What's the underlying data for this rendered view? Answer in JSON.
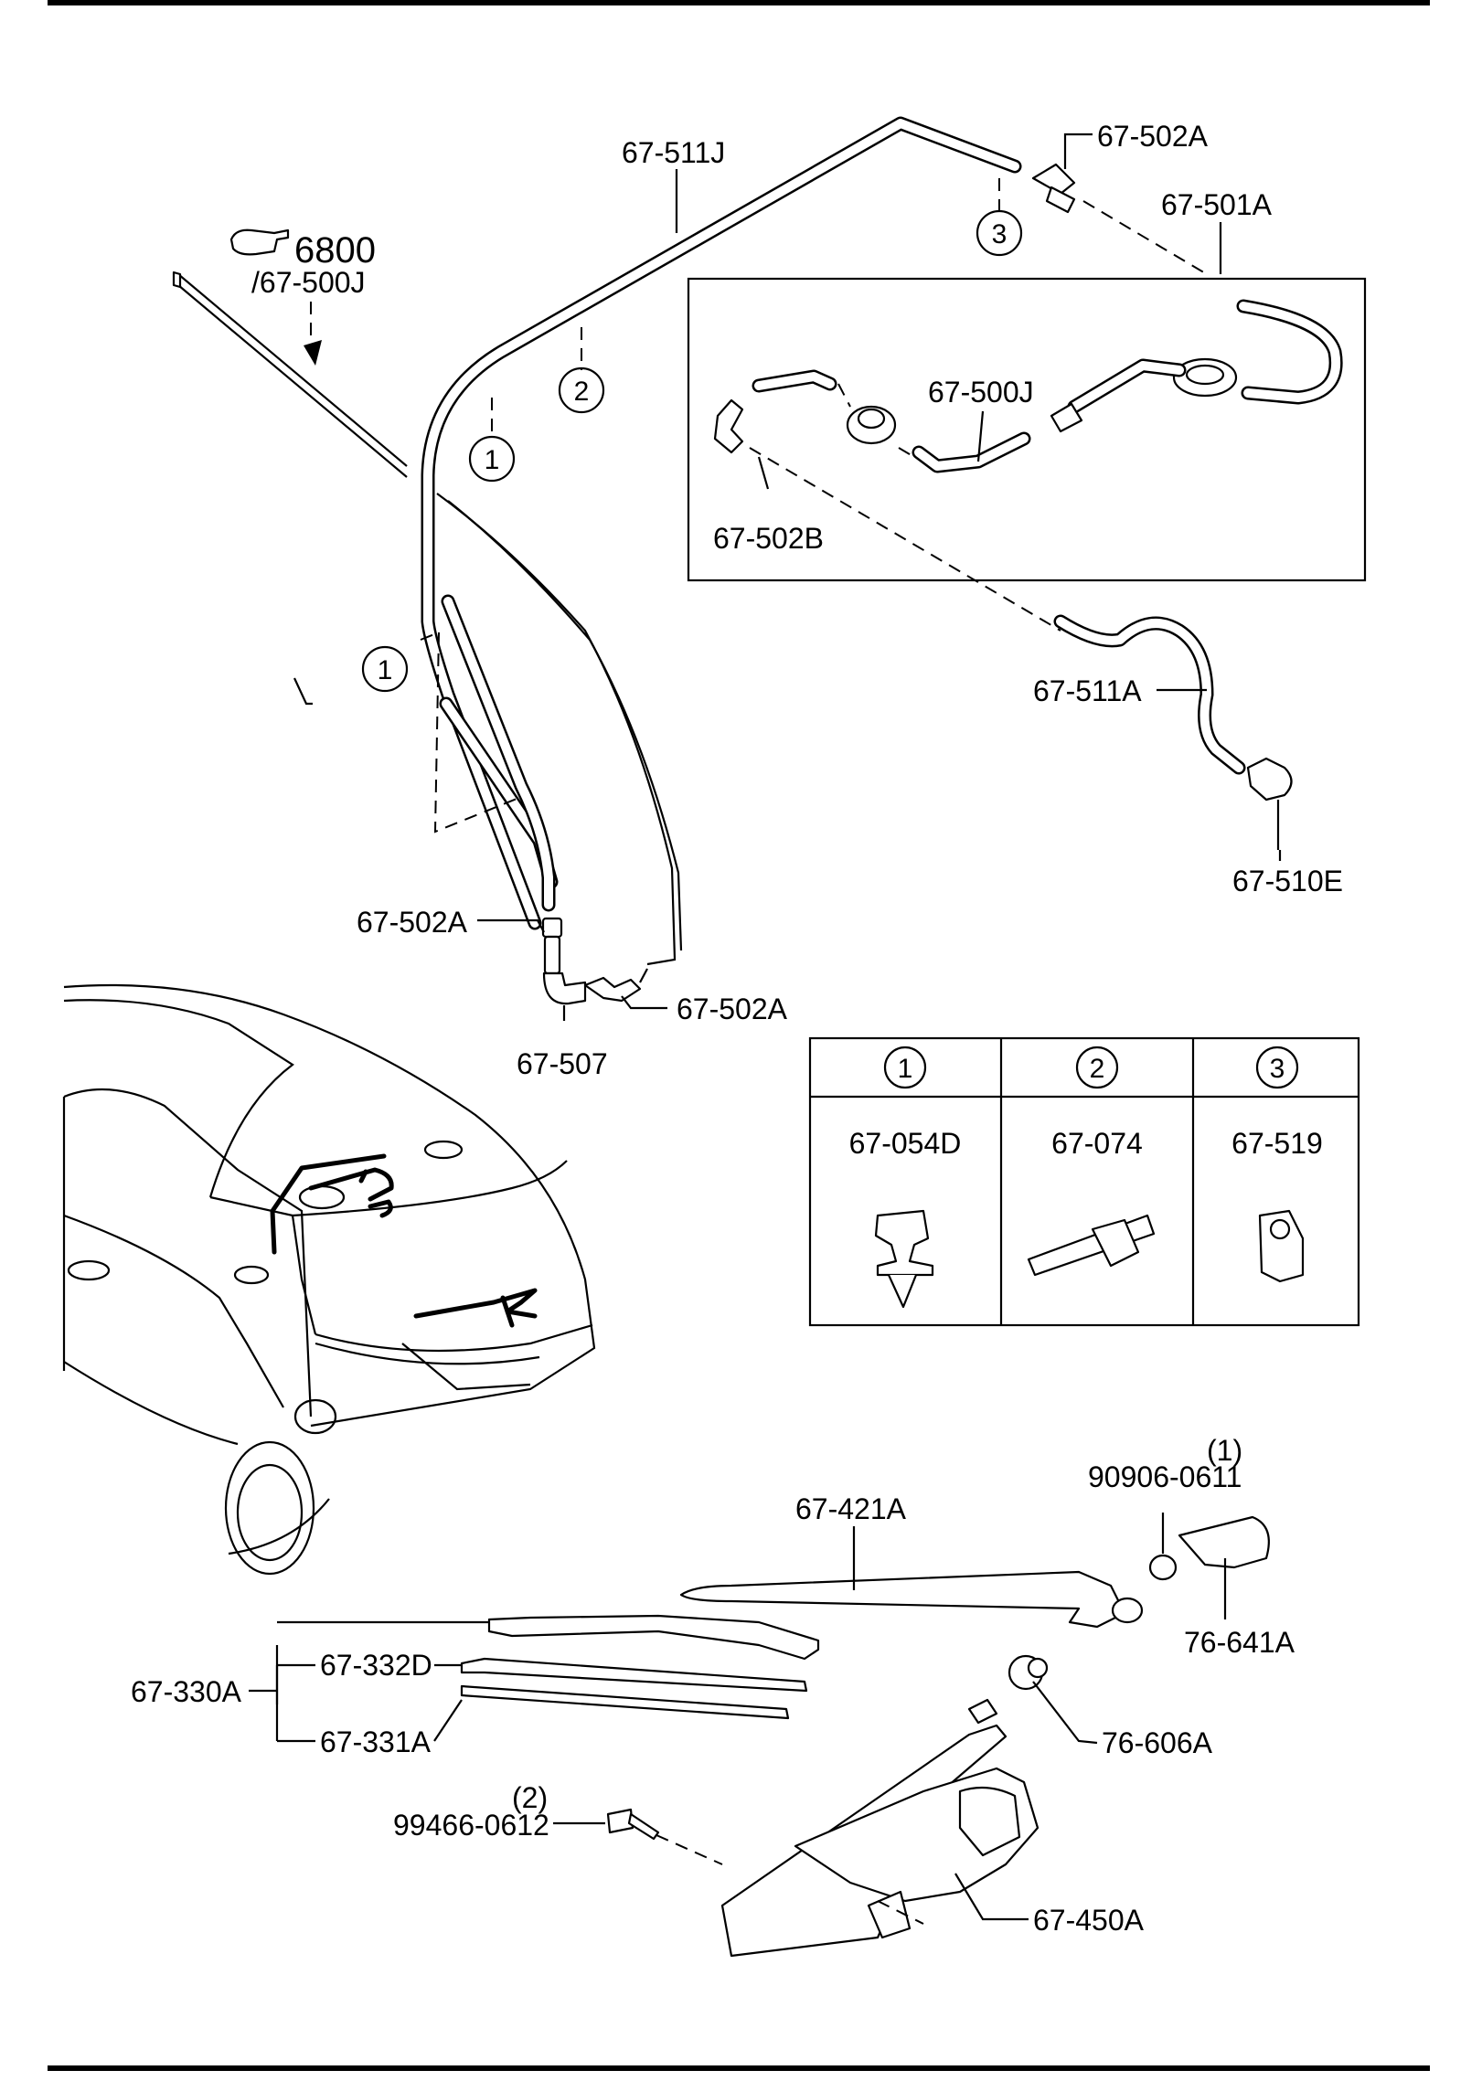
{
  "reference": {
    "icon": "pointing-hand-icon",
    "number": "6800",
    "sub": "/67-500J"
  },
  "callouts": [
    "67-511J",
    "67-502A",
    "67-501A",
    "67-500J",
    "67-502B",
    "67-511A",
    "67-510E",
    "67-502A",
    "67-502A",
    "67-507",
    "90906-0611",
    "(1)",
    "67-421A",
    "76-641A",
    "67-330A",
    "67-332D",
    "67-331A",
    "76-606A",
    "99466-0612",
    "(2)",
    "67-450A"
  ],
  "circle_marks": [
    "1",
    "2",
    "1",
    "3"
  ],
  "clip_table": {
    "headers": [
      "1",
      "2",
      "3"
    ],
    "parts": [
      "67-054D",
      "67-074",
      "67-519"
    ]
  }
}
